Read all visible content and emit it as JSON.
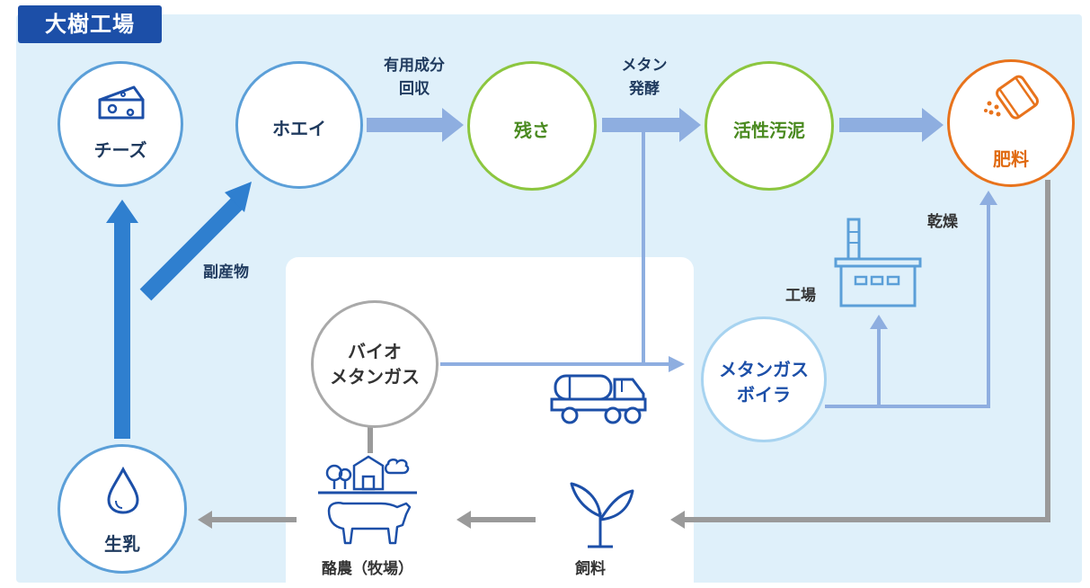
{
  "title": "大樹工場",
  "nodes": {
    "cheese": "チーズ",
    "whey": "ホエイ",
    "residue": "残さ",
    "activated_sludge": "活性汚泥",
    "fertilizer": "肥料",
    "biogas_line1": "バイオ",
    "biogas_line2": "メタンガス",
    "boiler_line1": "メタンガス",
    "boiler_line2": "ボイラ",
    "raw_milk": "生乳"
  },
  "labels": {
    "byproduct": "副産物",
    "recovery_line1": "有用成分",
    "recovery_line2": "回収",
    "methane_line1": "メタン",
    "methane_line2": "発酵",
    "drying": "乾燥",
    "factory": "工場",
    "dairy": "酪農（牧場）",
    "feed": "飼料"
  },
  "colors": {
    "brand": "#1c4fa8",
    "blue_ring": "#5b9fd8",
    "green_ring": "#8cc63f",
    "orange_ring": "#e8731c",
    "gray_ring": "#a9a9a9",
    "light_ring": "#a7d3f0",
    "dark_arrow": "#2f7fcf",
    "light_arrow": "#8eaee0",
    "gray_arrow": "#9a9a9a",
    "text_dark": "#1f3a5e",
    "text_green": "#4a8a20",
    "text_orange": "#e06a10"
  }
}
